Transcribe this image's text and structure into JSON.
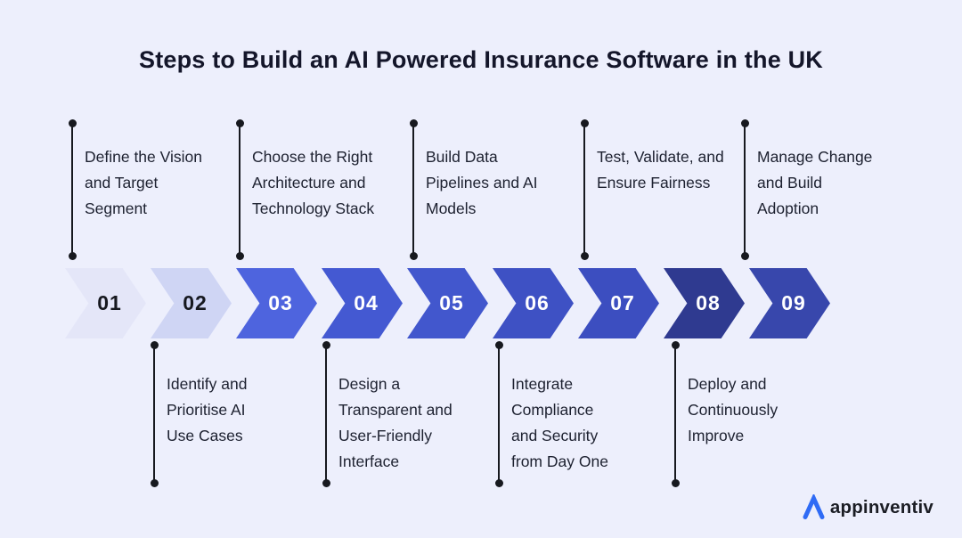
{
  "title": "Steps to Build an AI Powered Insurance Software in the UK",
  "steps": [
    {
      "number": "01",
      "label": "Define the Vision\nand Target\nSegment",
      "position": "top",
      "chevron_color": "#e4e6f8",
      "number_color": "#16181f"
    },
    {
      "number": "02",
      "label": "Identify and\nPrioritise AI\nUse Cases",
      "position": "bottom",
      "chevron_color": "#cfd5f4",
      "number_color": "#16181f"
    },
    {
      "number": "03",
      "label": "Choose the Right\nArchitecture and\nTechnology Stack",
      "position": "top",
      "chevron_color": "#4e64de",
      "number_color": "#ffffff"
    },
    {
      "number": "04",
      "label": "Design a\nTransparent and\nUser-Friendly\nInterface",
      "position": "bottom",
      "chevron_color": "#4459d2",
      "number_color": "#ffffff"
    },
    {
      "number": "05",
      "label": "Build Data\nPipelines and AI\nModels",
      "position": "top",
      "chevron_color": "#4257cd",
      "number_color": "#ffffff"
    },
    {
      "number": "06",
      "label": "Integrate\nCompliance\nand Security\nfrom Day One",
      "position": "bottom",
      "chevron_color": "#3e51c4",
      "number_color": "#ffffff"
    },
    {
      "number": "07",
      "label": "Test, Validate, and\nEnsure Fairness",
      "position": "top",
      "chevron_color": "#3c4ec0",
      "number_color": "#ffffff"
    },
    {
      "number": "08",
      "label": "Deploy and\nContinuously\nImprove",
      "position": "bottom",
      "chevron_color": "#2f3a90",
      "number_color": "#ffffff"
    },
    {
      "number": "09",
      "label": "Manage Change\nand Build\nAdoption",
      "position": "top",
      "chevron_color": "#3847ac",
      "number_color": "#ffffff"
    }
  ],
  "colors": {
    "background": "#edeffc",
    "line": "#17191f",
    "title_text": "#14162a",
    "label_text": "#1d2130"
  },
  "logo": {
    "text": "appinventiv",
    "mark_color": "#2f6bf5",
    "text_color": "#1b1d24"
  }
}
